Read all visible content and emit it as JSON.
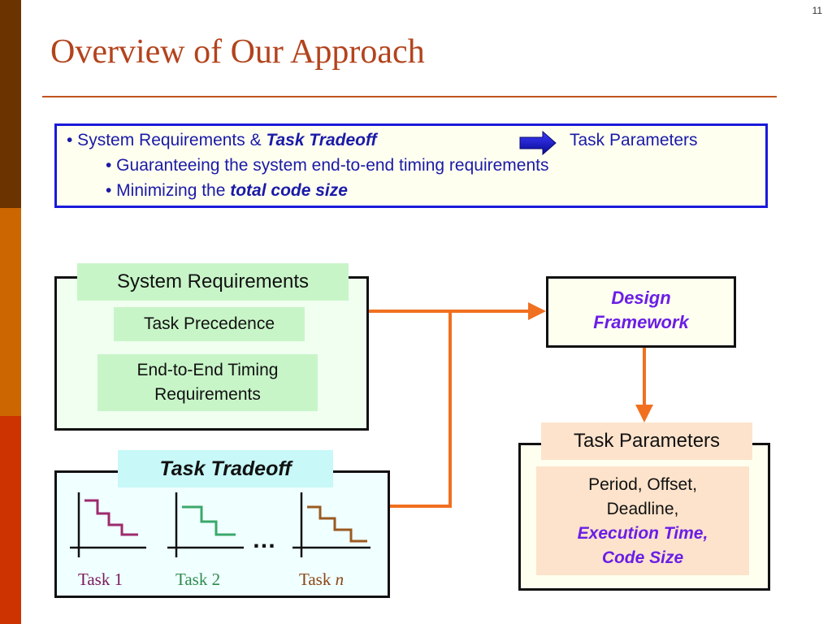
{
  "slide": {
    "number": "11",
    "title": "Overview of Our Approach"
  },
  "summary": {
    "line1_prefix": "• System Requirements & ",
    "line1_emph": "Task Tradeoff",
    "line1_suffix": "Task Parameters",
    "line2": "• Guaranteeing the system end-to-end timing requirements",
    "line3_prefix": "• Minimizing the ",
    "line3_emph": "total code size"
  },
  "diagram": {
    "system_requirements": {
      "header": "System Requirements",
      "item1": "Task Precedence",
      "item2_line1": "End-to-End Timing",
      "item2_line2": "Requirements"
    },
    "design_framework": {
      "line1": "Design",
      "line2": "Framework"
    },
    "task_parameters": {
      "header": "Task Parameters",
      "line1": "Period, Offset,",
      "line2": "Deadline,",
      "line3": "Execution Time,",
      "line4": "Code Size"
    },
    "task_tradeoff": {
      "header": "Task Tradeoff",
      "task1": "Task 1",
      "task2": "Task 2",
      "taskn_prefix": "Task ",
      "taskn_var": "n",
      "ellipsis": "…"
    }
  },
  "colors": {
    "arrow": "#f07020",
    "task1_curve": "#9e2a6e",
    "task2_curve": "#3aa86a",
    "taskn_curve": "#9a5a20",
    "summary_arrow": "#1a1adb"
  }
}
